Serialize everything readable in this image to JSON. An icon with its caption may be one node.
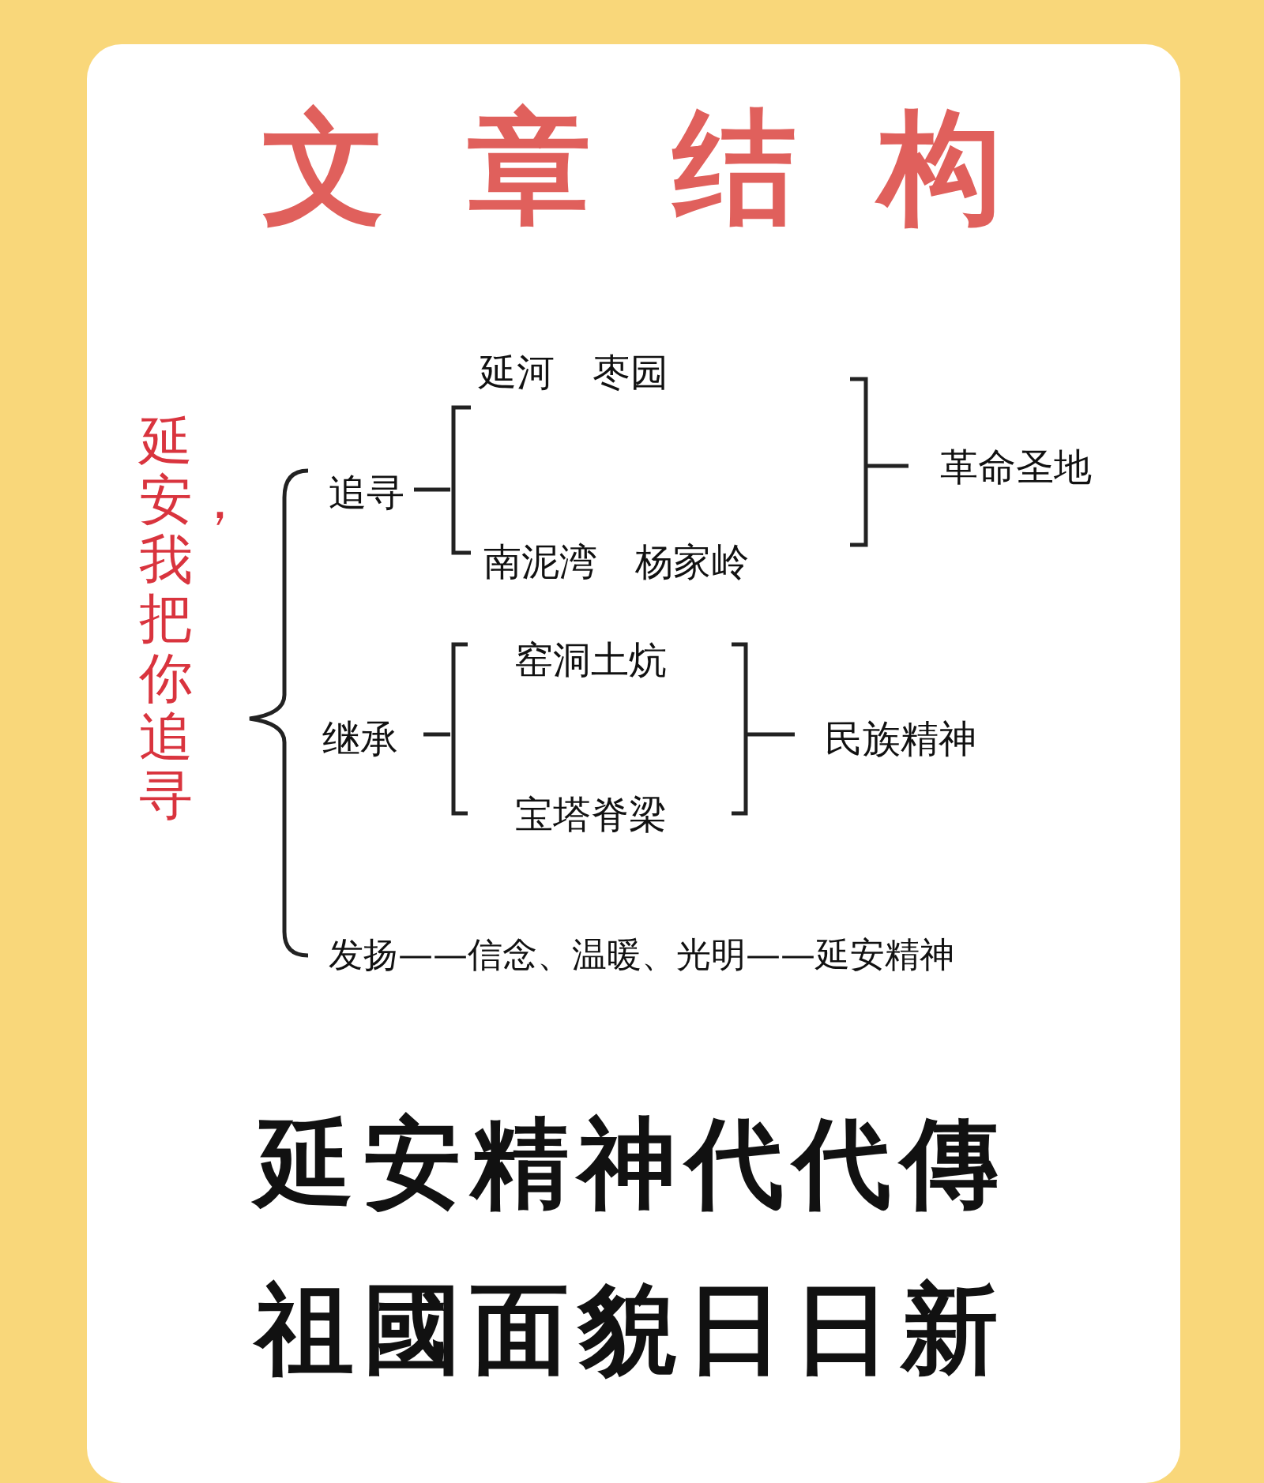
{
  "diagram": {
    "title": "文章结构",
    "labels": [
      "延安，我把你追寻",
      "延河　枣园",
      "追寻",
      "革命圣地",
      "南泥湾　杨家岭",
      "窑洞土炕",
      "继承",
      "民族精神",
      "宝塔脊梁",
      "发扬——信念、温暖、光明——延安精神",
      "延安精神代代傳",
      "祖國面貌日日新"
    ]
  }
}
